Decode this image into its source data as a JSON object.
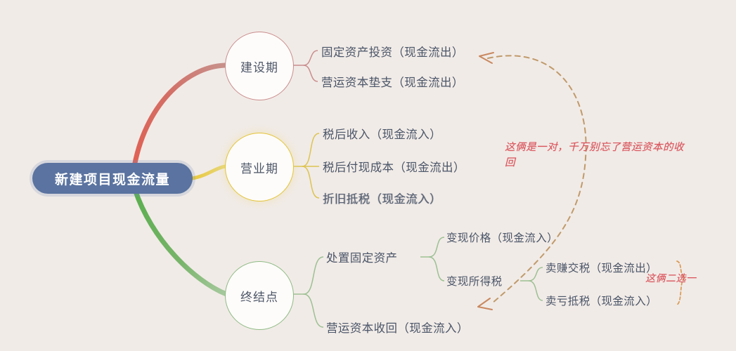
{
  "diagram": {
    "title": "新建项目现金流量",
    "background_color": "#f1ebe7",
    "root": {
      "label": "新建项目现金流量",
      "fill": "#5a73a0",
      "text_color": "#ffffff"
    },
    "branches": [
      {
        "id": "construction",
        "label": "建设期",
        "color": "#d4695f",
        "node_border": "#c98d8d",
        "leaves": [
          {
            "label": "固定资产投资（现金流出）",
            "blurred": false
          },
          {
            "label": "营运资本垫支（现金流出）",
            "blurred": false
          }
        ]
      },
      {
        "id": "operation",
        "label": "营业期",
        "color": "#e3c437",
        "node_border": "#e3c437",
        "leaves": [
          {
            "label": "税后收入（现金流入）",
            "blurred": false
          },
          {
            "label": "税后付现成本（现金流出）",
            "blurred": false
          },
          {
            "label": "折旧抵税（现金流入）",
            "blurred": true
          }
        ]
      },
      {
        "id": "termination",
        "label": "终结点",
        "color": "#5aad4e",
        "node_border": "#8ebb84",
        "leaves": [
          {
            "label": "处置固定资产",
            "blurred": false
          },
          {
            "label": "营运资本收回（现金流入）",
            "blurred": false
          }
        ],
        "sub_branches": [
          {
            "parent": "处置固定资产",
            "items": [
              {
                "label": "变现价格（现金流入）"
              },
              {
                "label": "变现所得税"
              }
            ]
          },
          {
            "parent": "变现所得税",
            "items": [
              {
                "label": "卖赚交税（现金流出）"
              },
              {
                "label": "卖亏抵税（现金流入）"
              }
            ]
          }
        ]
      }
    ],
    "annotations": [
      {
        "id": "pair-note",
        "text": "这俩是一对，千万别忘了营运资本的收回",
        "color": "#d9525a",
        "style": "handwritten-italic"
      },
      {
        "id": "pick-one-note",
        "text": "这俩二选一",
        "color": "#d9525a",
        "style": "handwritten-italic"
      }
    ],
    "connectors": {
      "dashed_arrow_color": "#c09a6b",
      "brace_color": "#d99a55"
    }
  }
}
